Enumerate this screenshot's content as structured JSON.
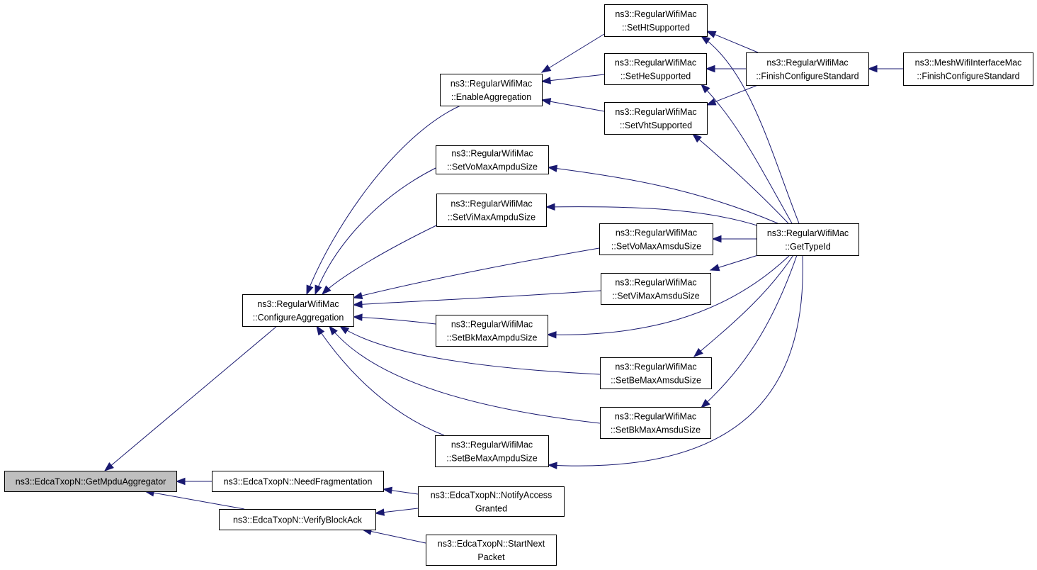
{
  "graph": {
    "title": "",
    "colors": {
      "edge": "#191970",
      "node_border": "#000000",
      "node_fill": "#ffffff",
      "focus_fill": "#bfbfbf"
    },
    "nodes": [
      {
        "id": "get_mpdu_aggregator",
        "lines": [
          "ns3::EdcaTxopN::GetMpduAggregator"
        ],
        "focus": true
      },
      {
        "id": "need_fragmentation",
        "lines": [
          "ns3::EdcaTxopN::NeedFragmentation"
        ]
      },
      {
        "id": "verify_block_ack",
        "lines": [
          "ns3::EdcaTxopN::VerifyBlockAck"
        ]
      },
      {
        "id": "notify_access_granted",
        "lines": [
          "ns3::EdcaTxopN::NotifyAccess",
          "Granted"
        ]
      },
      {
        "id": "start_next_packet",
        "lines": [
          "ns3::EdcaTxopN::StartNext",
          "Packet"
        ]
      },
      {
        "id": "configure_aggregation",
        "lines": [
          "ns3::RegularWifiMac",
          "::ConfigureAggregation"
        ]
      },
      {
        "id": "enable_aggregation",
        "lines": [
          "ns3::RegularWifiMac",
          "::EnableAggregation"
        ]
      },
      {
        "id": "set_vo_max_ampdu",
        "lines": [
          "ns3::RegularWifiMac",
          "::SetVoMaxAmpduSize"
        ]
      },
      {
        "id": "set_vi_max_ampdu",
        "lines": [
          "ns3::RegularWifiMac",
          "::SetViMaxAmpduSize"
        ]
      },
      {
        "id": "set_bk_max_ampdu",
        "lines": [
          "ns3::RegularWifiMac",
          "::SetBkMaxAmpduSize"
        ]
      },
      {
        "id": "set_be_max_ampdu",
        "lines": [
          "ns3::RegularWifiMac",
          "::SetBeMaxAmpduSize"
        ]
      },
      {
        "id": "set_ht_supported",
        "lines": [
          "ns3::RegularWifiMac",
          "::SetHtSupported"
        ]
      },
      {
        "id": "set_he_supported",
        "lines": [
          "ns3::RegularWifiMac",
          "::SetHeSupported"
        ]
      },
      {
        "id": "set_vht_supported",
        "lines": [
          "ns3::RegularWifiMac",
          "::SetVhtSupported"
        ]
      },
      {
        "id": "set_vo_max_amsdu",
        "lines": [
          "ns3::RegularWifiMac",
          "::SetVoMaxAmsduSize"
        ]
      },
      {
        "id": "set_vi_max_amsdu",
        "lines": [
          "ns3::RegularWifiMac",
          "::SetViMaxAmsduSize"
        ]
      },
      {
        "id": "set_be_max_amsdu",
        "lines": [
          "ns3::RegularWifiMac",
          "::SetBeMaxAmsduSize"
        ]
      },
      {
        "id": "set_bk_max_amsdu",
        "lines": [
          "ns3::RegularWifiMac",
          "::SetBkMaxAmsduSize"
        ]
      },
      {
        "id": "finish_configure_standard",
        "lines": [
          "ns3::RegularWifiMac",
          "::FinishConfigureStandard"
        ]
      },
      {
        "id": "get_type_id",
        "lines": [
          "ns3::RegularWifiMac",
          "::GetTypeId"
        ]
      },
      {
        "id": "mesh_finish_configure_standard",
        "lines": [
          "ns3::MeshWifiInterfaceMac",
          "::FinishConfigureStandard"
        ]
      }
    ],
    "edges": [
      {
        "from": "need_fragmentation",
        "to": "get_mpdu_aggregator"
      },
      {
        "from": "verify_block_ack",
        "to": "get_mpdu_aggregator"
      },
      {
        "from": "configure_aggregation",
        "to": "get_mpdu_aggregator"
      },
      {
        "from": "notify_access_granted",
        "to": "need_fragmentation"
      },
      {
        "from": "notify_access_granted",
        "to": "verify_block_ack"
      },
      {
        "from": "start_next_packet",
        "to": "verify_block_ack"
      },
      {
        "from": "enable_aggregation",
        "to": "configure_aggregation"
      },
      {
        "from": "set_vo_max_ampdu",
        "to": "configure_aggregation"
      },
      {
        "from": "set_vi_max_ampdu",
        "to": "configure_aggregation"
      },
      {
        "from": "set_vo_max_amsdu",
        "to": "configure_aggregation"
      },
      {
        "from": "set_vi_max_amsdu",
        "to": "configure_aggregation"
      },
      {
        "from": "set_bk_max_ampdu",
        "to": "configure_aggregation"
      },
      {
        "from": "set_be_max_amsdu",
        "to": "configure_aggregation"
      },
      {
        "from": "set_bk_max_amsdu",
        "to": "configure_aggregation"
      },
      {
        "from": "set_be_max_ampdu",
        "to": "configure_aggregation"
      },
      {
        "from": "set_ht_supported",
        "to": "enable_aggregation"
      },
      {
        "from": "set_he_supported",
        "to": "enable_aggregation"
      },
      {
        "from": "set_vht_supported",
        "to": "enable_aggregation"
      },
      {
        "from": "finish_configure_standard",
        "to": "set_ht_supported"
      },
      {
        "from": "finish_configure_standard",
        "to": "set_he_supported"
      },
      {
        "from": "finish_configure_standard",
        "to": "set_vht_supported"
      },
      {
        "from": "mesh_finish_configure_standard",
        "to": "finish_configure_standard"
      },
      {
        "from": "get_type_id",
        "to": "set_ht_supported"
      },
      {
        "from": "get_type_id",
        "to": "set_he_supported"
      },
      {
        "from": "get_type_id",
        "to": "set_vht_supported"
      },
      {
        "from": "get_type_id",
        "to": "set_vo_max_ampdu"
      },
      {
        "from": "get_type_id",
        "to": "set_vi_max_ampdu"
      },
      {
        "from": "get_type_id",
        "to": "set_vo_max_amsdu"
      },
      {
        "from": "get_type_id",
        "to": "set_vi_max_amsdu"
      },
      {
        "from": "get_type_id",
        "to": "set_bk_max_ampdu"
      },
      {
        "from": "get_type_id",
        "to": "set_be_max_amsdu"
      },
      {
        "from": "get_type_id",
        "to": "set_bk_max_amsdu"
      },
      {
        "from": "get_type_id",
        "to": "set_be_max_ampdu"
      }
    ]
  }
}
